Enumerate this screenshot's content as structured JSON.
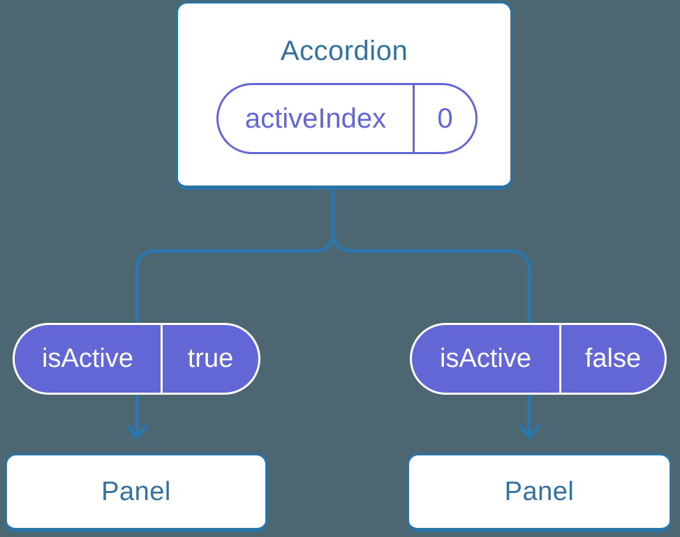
{
  "diagram": {
    "root": {
      "title": "Accordion",
      "state": {
        "name": "activeIndex",
        "value": "0"
      }
    },
    "children": [
      {
        "prop": {
          "name": "isActive",
          "value": "true"
        },
        "panel_title": "Panel"
      },
      {
        "prop": {
          "name": "isActive",
          "value": "false"
        },
        "panel_title": "Panel"
      }
    ],
    "colors": {
      "background": "#4d6772",
      "connector": "#2a76ad",
      "box_border": "#2a74a8",
      "heading_text": "#35719f",
      "purple": "#6366d5",
      "node_bg": "#ffffff"
    }
  }
}
